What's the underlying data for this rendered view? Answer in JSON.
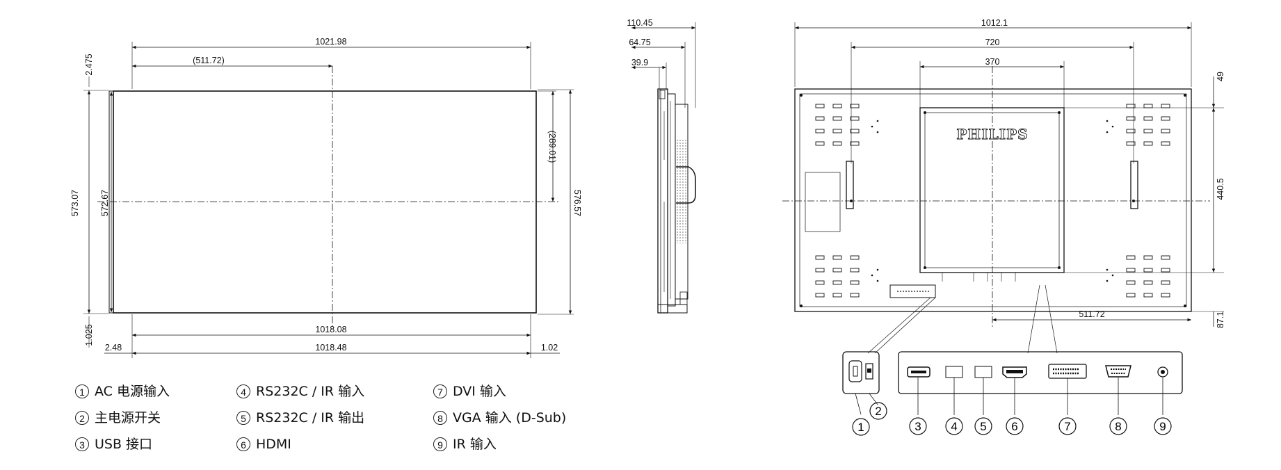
{
  "dimensions": {
    "front": {
      "width_total": "1021.98",
      "width_half": "(511.72)",
      "height_outer": "573.07",
      "height_inner": "572.67",
      "height_half": "(289.01)",
      "height_right": "576.57",
      "top_offset": "2.475",
      "bottom_offset": "1.025",
      "bottom_width": "1018.08",
      "bottom_width_total": "1018.48",
      "left_offset": "2.48",
      "right_offset": "1.02"
    },
    "side": {
      "depth_total": "110.45",
      "depth_mid": "64.75",
      "depth_thin": "39.9"
    },
    "rear": {
      "width_total": "1012.1",
      "vesa_wide": "720",
      "vesa_narrow": "370",
      "height_vesa": "440.5",
      "top_offset": "49",
      "bottom_offset": "87.1",
      "right_offset": "511.72",
      "brand": "PHILIPS"
    }
  },
  "connectors": [
    {
      "num": "1",
      "label": "AC 电源输入"
    },
    {
      "num": "2",
      "label": "主电源开关"
    },
    {
      "num": "3",
      "label": "USB 接口"
    },
    {
      "num": "4",
      "label": "RS232C / IR 输入"
    },
    {
      "num": "5",
      "label": "RS232C / IR 输出"
    },
    {
      "num": "6",
      "label": "HDMI"
    },
    {
      "num": "7",
      "label": "DVI 输入"
    },
    {
      "num": "8",
      "label": "VGA 输入 (D-Sub)"
    },
    {
      "num": "9",
      "label": "IR 输入"
    }
  ]
}
